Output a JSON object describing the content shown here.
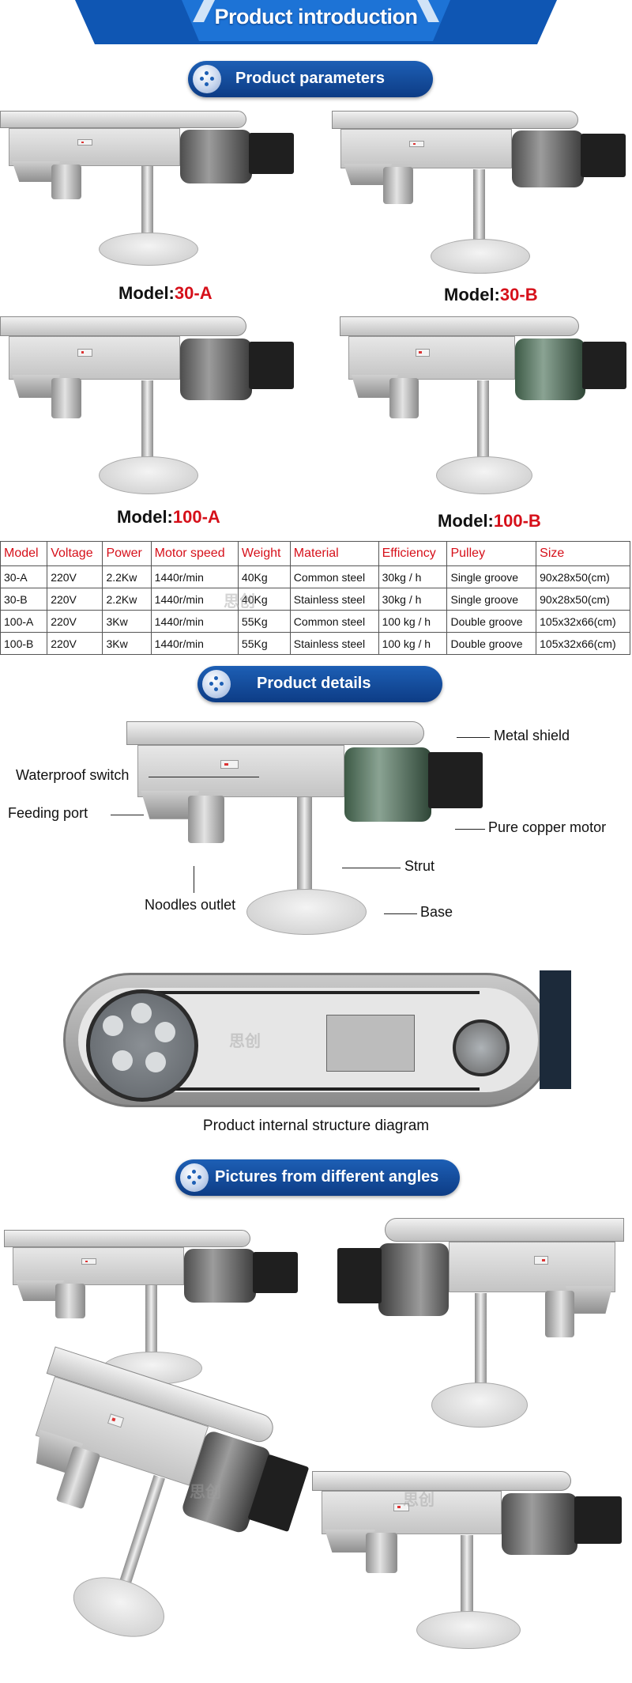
{
  "banner": {
    "title": "Product introduction"
  },
  "sections": {
    "parameters": "Product  parameters",
    "details": "Product  details",
    "angles": "Pictures from different angles"
  },
  "models": [
    {
      "prefix": "Model:",
      "code": "30-A"
    },
    {
      "prefix": "Model:",
      "code": "30-B"
    },
    {
      "prefix": "Model:",
      "code": "100-A"
    },
    {
      "prefix": "Model:",
      "code": "100-B"
    }
  ],
  "watermark": "思创",
  "spec_table": {
    "headers": [
      "Model",
      "Voltage",
      "Power",
      "Motor speed",
      "Weight",
      "Material",
      "Efficiency",
      "Pulley",
      "Size"
    ],
    "rows": [
      [
        "30-A",
        "220V",
        "2.2Kw",
        "1440r/min",
        "40Kg",
        "Common steel",
        "30kg / h",
        "Single groove",
        "90x28x50(cm)"
      ],
      [
        "30-B",
        "220V",
        "2.2Kw",
        "1440r/min",
        "40Kg",
        "Stainless steel",
        "30kg / h",
        "Single groove",
        "90x28x50(cm)"
      ],
      [
        "100-A",
        "220V",
        "3Kw",
        "1440r/min",
        "55Kg",
        "Common steel",
        "100 kg / h",
        "Double groove",
        "105x32x66(cm)"
      ],
      [
        "100-B",
        "220V",
        "3Kw",
        "1440r/min",
        "55Kg",
        "Stainless steel",
        "100 kg / h",
        "Double groove",
        "105x32x66(cm)"
      ]
    ]
  },
  "details": {
    "metal_shield": "Metal shield",
    "waterproof_switch": "Waterproof switch",
    "feeding_port": "Feeding port",
    "motor": "Pure copper motor",
    "strut": "Strut",
    "noodles_outlet": "Noodles outlet",
    "base": "Base",
    "internal_caption": "Product internal structure diagram"
  },
  "colors": {
    "accent_red": "#d6101a",
    "pill_blue": "#1d5fb5"
  }
}
